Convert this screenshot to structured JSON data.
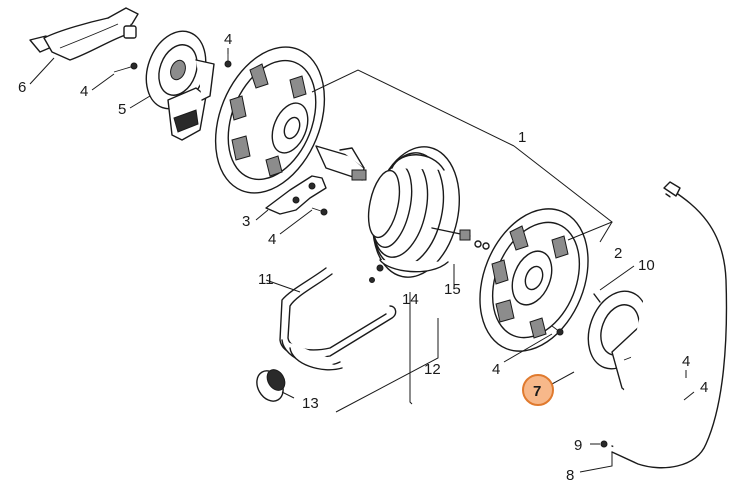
{
  "labels": {
    "l1": "1",
    "l2": "2",
    "l3": "3",
    "l4a": "4",
    "l4b": "4",
    "l4c": "4",
    "l4d": "4",
    "l4e": "4",
    "l4f": "4",
    "l5": "5",
    "l6": "6",
    "l7": "7",
    "l8": "8",
    "l9": "9",
    "l10": "10",
    "l11": "11",
    "l12": "12",
    "l13": "13",
    "l14": "14",
    "l15": "15"
  },
  "highlight": {
    "part": "7",
    "fill": "#f7b88a",
    "stroke": "#e07a2e"
  }
}
